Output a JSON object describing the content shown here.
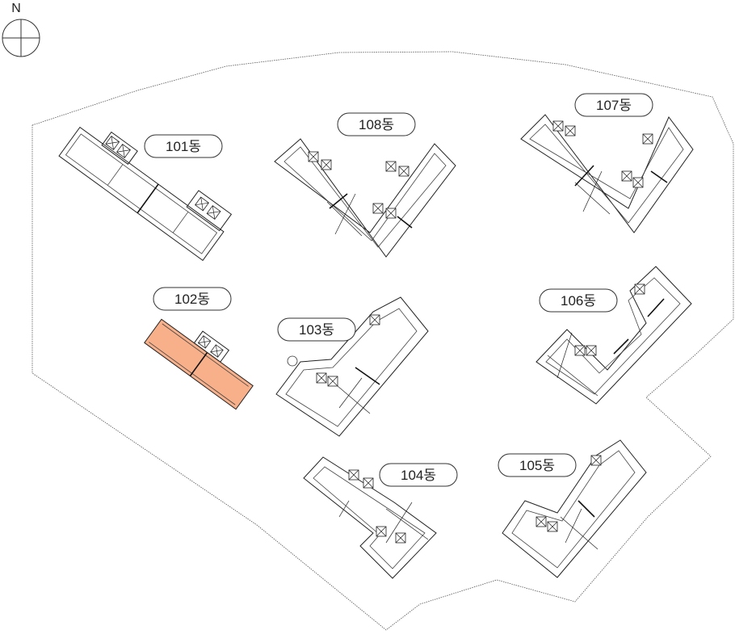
{
  "compass": {
    "north_label": "N"
  },
  "selected_building": "102동",
  "colors": {
    "selected_fill": "#f7b08a",
    "line": "#222222",
    "background": "#ffffff"
  },
  "buildings": [
    {
      "id": "b101",
      "label": "101동",
      "selected": false
    },
    {
      "id": "b102",
      "label": "102동",
      "selected": true
    },
    {
      "id": "b103",
      "label": "103동",
      "selected": false
    },
    {
      "id": "b104",
      "label": "104동",
      "selected": false
    },
    {
      "id": "b105",
      "label": "105동",
      "selected": false
    },
    {
      "id": "b106",
      "label": "106동",
      "selected": false
    },
    {
      "id": "b107",
      "label": "107동",
      "selected": false
    },
    {
      "id": "b108",
      "label": "108동",
      "selected": false
    }
  ]
}
